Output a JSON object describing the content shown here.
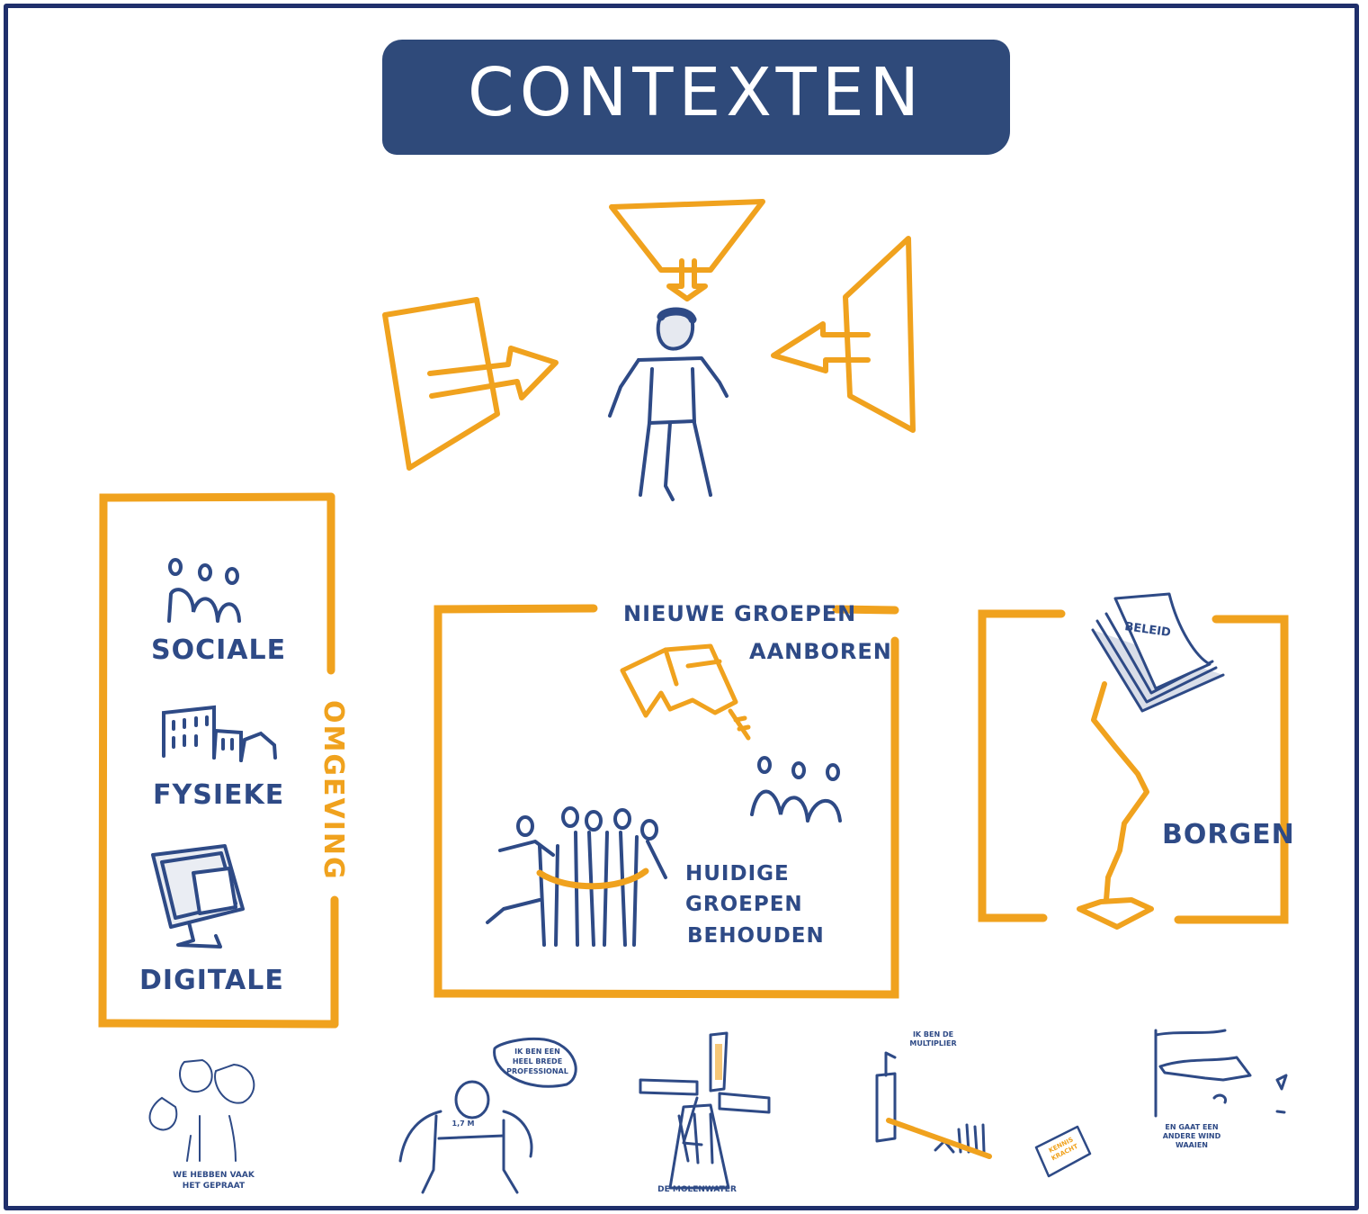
{
  "banner": {
    "title": "CONTEXTEN"
  },
  "environment": {
    "vertical_label": "OMGEVING",
    "items": [
      "SOCIALE",
      "FYSIEKE",
      "DIGITALE"
    ]
  },
  "groups": {
    "new_label_line1": "NIEUWE GROEPEN",
    "new_label_line2": "AANBOREN",
    "current_line1": "HUIDIGE",
    "current_line2": "GROEPEN",
    "current_line3": "BEHOUDEN"
  },
  "borgen": {
    "label": "BORGEN",
    "doc_label": "BELEID"
  },
  "bottom": {
    "speech_text": "IK BEN EEN HEEL BREDE PROFESSIONAL",
    "hero_tag": "1,7 M",
    "caption1": "WE HEBBEN VAAK HET GEPRAAT",
    "caption_mill": "DE MOLENWATER",
    "caption_sign": "KENNIS KRACHT",
    "caption_multi": "IK BEN DE MULTIPLIER",
    "caption_wind": "EN GAAT EEN ANDERE WIND WAAIEN"
  },
  "colors": {
    "navy": "#2f4a7a",
    "orange": "#f0a21e",
    "ink": "#2e4a86"
  }
}
